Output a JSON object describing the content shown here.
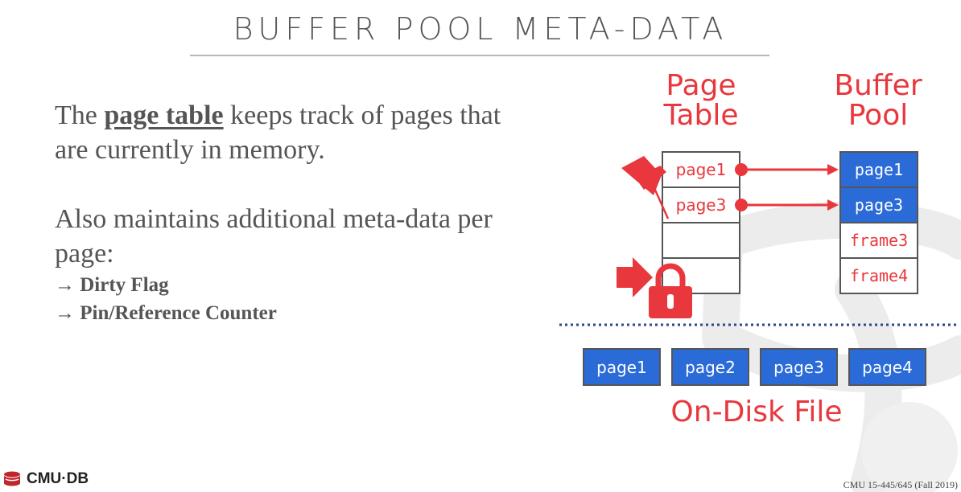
{
  "slide": {
    "title": "BUFFER POOL META-DATA",
    "intro": {
      "before": "The ",
      "term": "page table",
      "after": " keeps track of pages that are currently in memory."
    },
    "second_paragraph": "Also maintains additional meta-data per page:",
    "bullets": [
      "→ Dirty Flag",
      "→ Pin/Reference Counter"
    ]
  },
  "diagram": {
    "page_table_label": [
      "Page",
      "Table"
    ],
    "buffer_pool_label": [
      "Buffer",
      "Pool"
    ],
    "page_table_entries": [
      "page1",
      "page3",
      "",
      ""
    ],
    "buffer_pool_frames": [
      {
        "label": "page1",
        "highlighted": true
      },
      {
        "label": "page3",
        "highlighted": true
      },
      {
        "label": "frame3",
        "highlighted": false
      },
      {
        "label": "frame4",
        "highlighted": false
      }
    ],
    "disk_pages": [
      "page1",
      "page2",
      "page3",
      "page4"
    ],
    "disk_label": "On-Disk File",
    "icons": [
      "pushpin-icon",
      "arrow-right-icon",
      "padlock-icon"
    ],
    "colors": {
      "accent_red": "#e8383d",
      "page_blue": "#2b6bd8",
      "text_gray": "#555555"
    }
  },
  "footer": {
    "logo_text": "CMU·DB",
    "course": "CMU 15-445/645 (Fall 2019)"
  }
}
